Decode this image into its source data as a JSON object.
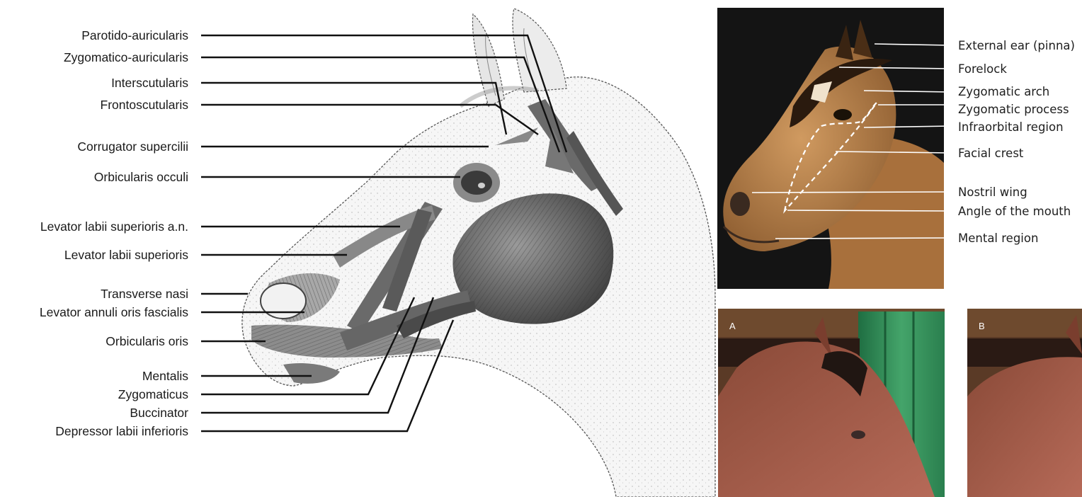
{
  "muscle_labels": [
    "Parotido-auricularis",
    "Zygomatico-auricularis",
    "Interscutularis",
    "Frontoscutularis",
    "Corrugator supercilii",
    "Orbicularis occuli",
    "Levator labii superioris a.n.",
    "Levator labii superioris",
    "Transverse nasi",
    "Levator annuli oris fascialis",
    "Orbicularis oris",
    "Mentalis",
    "Zygomaticus",
    "Buccinator",
    "Depressor labii inferioris"
  ],
  "region_labels": [
    "External ear (pinna)",
    "Forelock",
    "Zygomatic arch",
    "Zygomatic process",
    "Infraorbital region",
    "Facial crest",
    "Nostril wing",
    "Angle of the mouth",
    "Mental region"
  ],
  "panel_letters": {
    "a": "A",
    "b": "B"
  },
  "colors": {
    "photo_background": "#141414",
    "horse_coat": "#b07a45",
    "stall_green": "#2e8a55",
    "stall_wood": "#6e4a2e",
    "leader_line": "#ffffff",
    "label_line": "#111111"
  }
}
